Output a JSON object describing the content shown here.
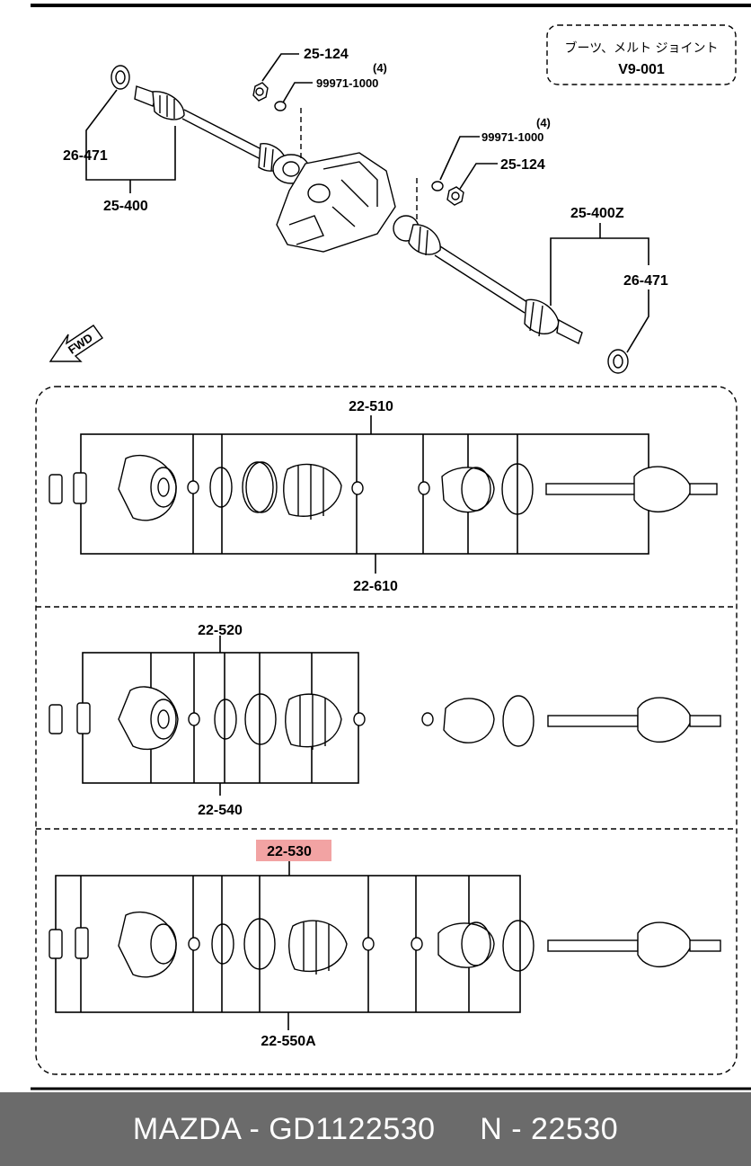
{
  "note_box": {
    "japanese": "ブーツ、メルト ジョイント",
    "code": "V9-001"
  },
  "top_labels": {
    "nut_left": "25-124",
    "washer_left": "99971-1000",
    "washer_left_qty": "(4)",
    "bearing_left": "26-471",
    "shaft_left": "25-400",
    "washer_right": "99971-1000",
    "washer_right_qty": "(4)",
    "nut_right": "25-124",
    "shaft_right": "25-400Z",
    "bearing_right": "26-471",
    "fwd": "FWD"
  },
  "kit1": {
    "top": "22-510",
    "bottom": "22-610"
  },
  "kit2": {
    "top": "22-520",
    "bottom": "22-540"
  },
  "kit3": {
    "top": "22-530",
    "bottom": "22-550A",
    "highlight_color": "#f2a3a3",
    "highlight_text_color": "#8b0000"
  },
  "footer": {
    "text": "MAZDA - GD1122530     N - 22530"
  }
}
